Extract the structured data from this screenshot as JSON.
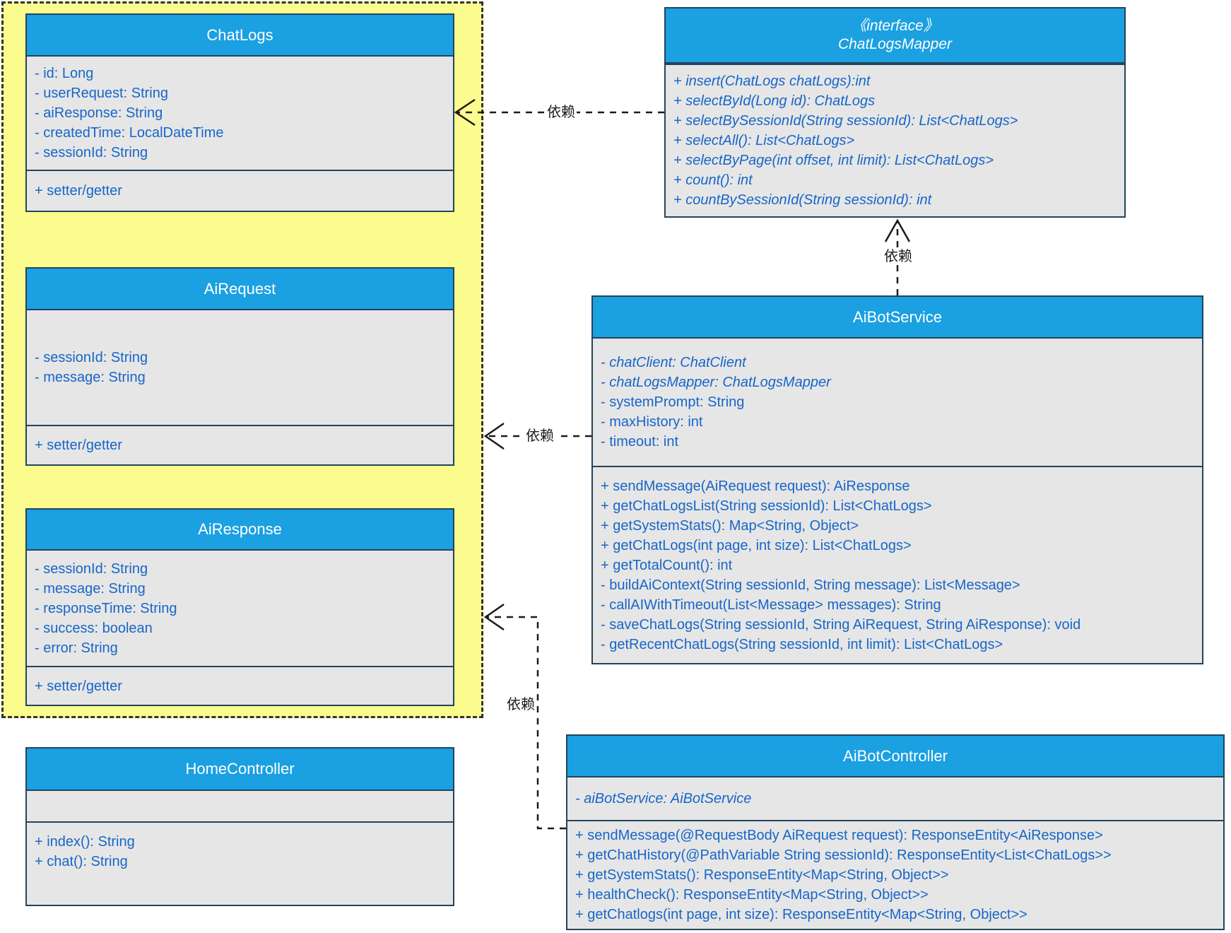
{
  "diagram": {
    "type": "uml-class-diagram",
    "dependency_label": "依赖",
    "colors": {
      "header_blue": "#1ba0e1",
      "body_gray": "#e6e6e6",
      "box_border": "#23445d",
      "container_yellow": "#fcfc8e",
      "text_blue": "#1766c8",
      "connector_black": "#1a1a1a"
    }
  },
  "classes": {
    "chat_logs": {
      "title": "ChatLogs",
      "attributes": [
        "- id: Long",
        "- userRequest: String",
        "- aiResponse: String",
        "- createdTime: LocalDateTime",
        "- sessionId: String"
      ],
      "methods": [
        "+ setter/getter"
      ]
    },
    "ai_request": {
      "title": "AiRequest",
      "attributes": [
        "- sessionId: String",
        "- message: String"
      ],
      "methods": [
        "+ setter/getter"
      ]
    },
    "ai_response": {
      "title": "AiResponse",
      "attributes": [
        "- sessionId: String",
        "- message: String",
        "- responseTime: String",
        "- success: boolean",
        "- error: String"
      ],
      "methods": [
        "+ setter/getter"
      ]
    },
    "home_controller": {
      "title": "HomeController",
      "attributes": [],
      "methods": [
        "+ index(): String",
        "+ chat(): String"
      ]
    },
    "chat_logs_mapper": {
      "stereotype": "《interface》",
      "title": "ChatLogsMapper",
      "methods": [
        "+ insert(ChatLogs chatLogs):int",
        "+ selectById(Long id): ChatLogs",
        "+ selectBySessionId(String sessionId): List<ChatLogs>",
        "+ selectAll(): List<ChatLogs>",
        "+ selectByPage(int offset, int limit): List<ChatLogs>",
        "+ count(): int",
        "+ countBySessionId(String sessionId): int"
      ]
    },
    "ai_bot_service": {
      "title": "AiBotService",
      "attributes_italic": [
        "- chatClient: ChatClient",
        "- chatLogsMapper: ChatLogsMapper"
      ],
      "attributes": [
        "- systemPrompt: String",
        "- maxHistory: int",
        "- timeout: int"
      ],
      "methods": [
        "+ sendMessage(AiRequest request): AiResponse",
        "+ getChatLogsList(String sessionId): List<ChatLogs>",
        "+ getSystemStats(): Map<String, Object>",
        "+ getChatLogs(int page, int size): List<ChatLogs>",
        "+ getTotalCount(): int",
        "- buildAiContext(String sessionId, String message): List<Message>",
        "- callAIWithTimeout(List<Message> messages): String",
        "- saveChatLogs(String sessionId, String AiRequest, String AiResponse): void",
        "- getRecentChatLogs(String sessionId, int limit): List<ChatLogs>"
      ]
    },
    "ai_bot_controller": {
      "title": "AiBotController",
      "attributes_italic": [
        "- aiBotService: AiBotService"
      ],
      "methods": [
        "+ sendMessage(@RequestBody AiRequest request): ResponseEntity<AiResponse>",
        "+ getChatHistory(@PathVariable String sessionId): ResponseEntity<List<ChatLogs>>",
        "+ getSystemStats(): ResponseEntity<Map<String, Object>>",
        "+ healthCheck(): ResponseEntity<Map<String, Object>>",
        "+ getChatlogs(int page, int size): ResponseEntity<Map<String, Object>>"
      ]
    }
  },
  "connectors": [
    {
      "label": "依赖",
      "from": "ChatLogsMapper",
      "to": "ChatLogs"
    },
    {
      "label": "依赖",
      "from": "AiBotService",
      "to": "AiRequest"
    },
    {
      "label": "依赖",
      "from": "AiBotController",
      "to": "AiResponse"
    },
    {
      "label": "依赖",
      "from": "AiBotService",
      "to": "ChatLogsMapper"
    }
  ]
}
